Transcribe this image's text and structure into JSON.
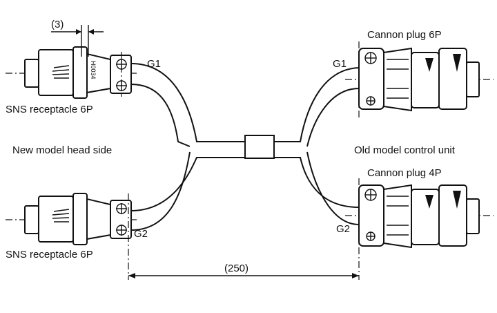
{
  "labels": {
    "dim_small": "(3)",
    "dim_large": "(250)",
    "g1_left": "G1",
    "g2_left": "G2",
    "g1_right": "G1",
    "g2_right": "G2",
    "sns_top": "SNS receptacle 6P",
    "sns_bottom": "SNS receptacle 6P",
    "head_side": "New model head side",
    "control_unit": "Old model control unit",
    "cannon_6p": "Cannon plug 6P",
    "cannon_4p": "Cannon plug 4P",
    "part_mark": "H0034"
  }
}
